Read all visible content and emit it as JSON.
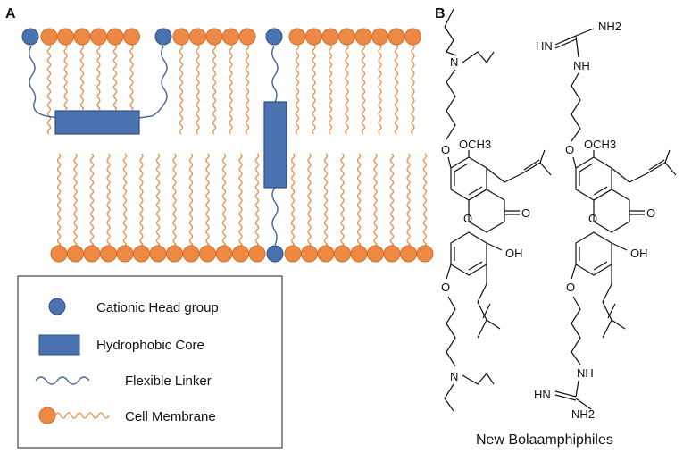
{
  "panel_a": {
    "label": "A",
    "legend": {
      "items": [
        {
          "key": "head",
          "label": "Cationic Head group"
        },
        {
          "key": "core",
          "label": "Hydrophobic Core"
        },
        {
          "key": "linker",
          "label": "Flexible Linker"
        },
        {
          "key": "membrane",
          "label": "Cell Membrane"
        }
      ]
    }
  },
  "panel_b": {
    "label": "B",
    "caption": "New Bolaamphiphiles",
    "molecule_left": {
      "groups": [
        "N",
        "O",
        "OCH3",
        "O",
        "OH",
        "O",
        "N"
      ]
    },
    "molecule_right": {
      "groups": [
        "NH2",
        "HN",
        "NH",
        "O",
        "OCH3",
        "O",
        "OH",
        "O",
        "NH",
        "HN",
        "NH2"
      ]
    }
  },
  "colors": {
    "head_blue": "#4a72b0",
    "core_blue": "#4a72b0",
    "linker_blue": "#44659c",
    "lipid_orange": "#ec8a45",
    "ink": "#111111"
  }
}
